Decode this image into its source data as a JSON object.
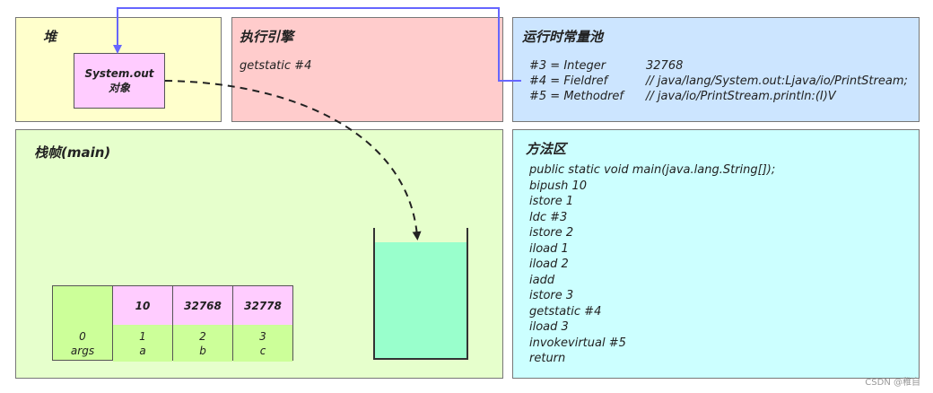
{
  "heap": {
    "title": "堆",
    "object_line1": "System.out",
    "object_line2": "对象"
  },
  "engine": {
    "title": "执行引擎",
    "instruction": "getstatic #4"
  },
  "pool": {
    "title": "运行时常量池",
    "rows": [
      {
        "index": "#3 = Integer",
        "value": "32768"
      },
      {
        "index": "#4 = Fieldref",
        "value": "// java/lang/System.out:Ljava/io/PrintStream;"
      },
      {
        "index": "#5 = Methodref",
        "value": "// java/io/PrintStream.println:(I)V"
      }
    ]
  },
  "frame": {
    "title": "栈帧(main)",
    "locals": [
      {
        "value": "",
        "slot": "0",
        "name": "args"
      },
      {
        "value": "10",
        "slot": "1",
        "name": "a"
      },
      {
        "value": "32768",
        "slot": "2",
        "name": "b"
      },
      {
        "value": "32778",
        "slot": "3",
        "name": "c"
      }
    ],
    "operand_stack_fill": 0.89,
    "colors": {
      "slot_value": "#ffccff",
      "slot_index": "#ccff99",
      "stack_fill": "#99ffcc"
    }
  },
  "method_area": {
    "title": "方法区",
    "lines": [
      "public static void main(java.lang.String[]);",
      "bipush 10",
      "istore 1",
      "ldc #3",
      "istore 2",
      "iload 1",
      "iload 2",
      "iadd",
      "istore 3",
      "getstatic #4",
      "iload 3",
      "invokevirtual #5",
      "return"
    ]
  },
  "watermark": "CSDN @稚自"
}
